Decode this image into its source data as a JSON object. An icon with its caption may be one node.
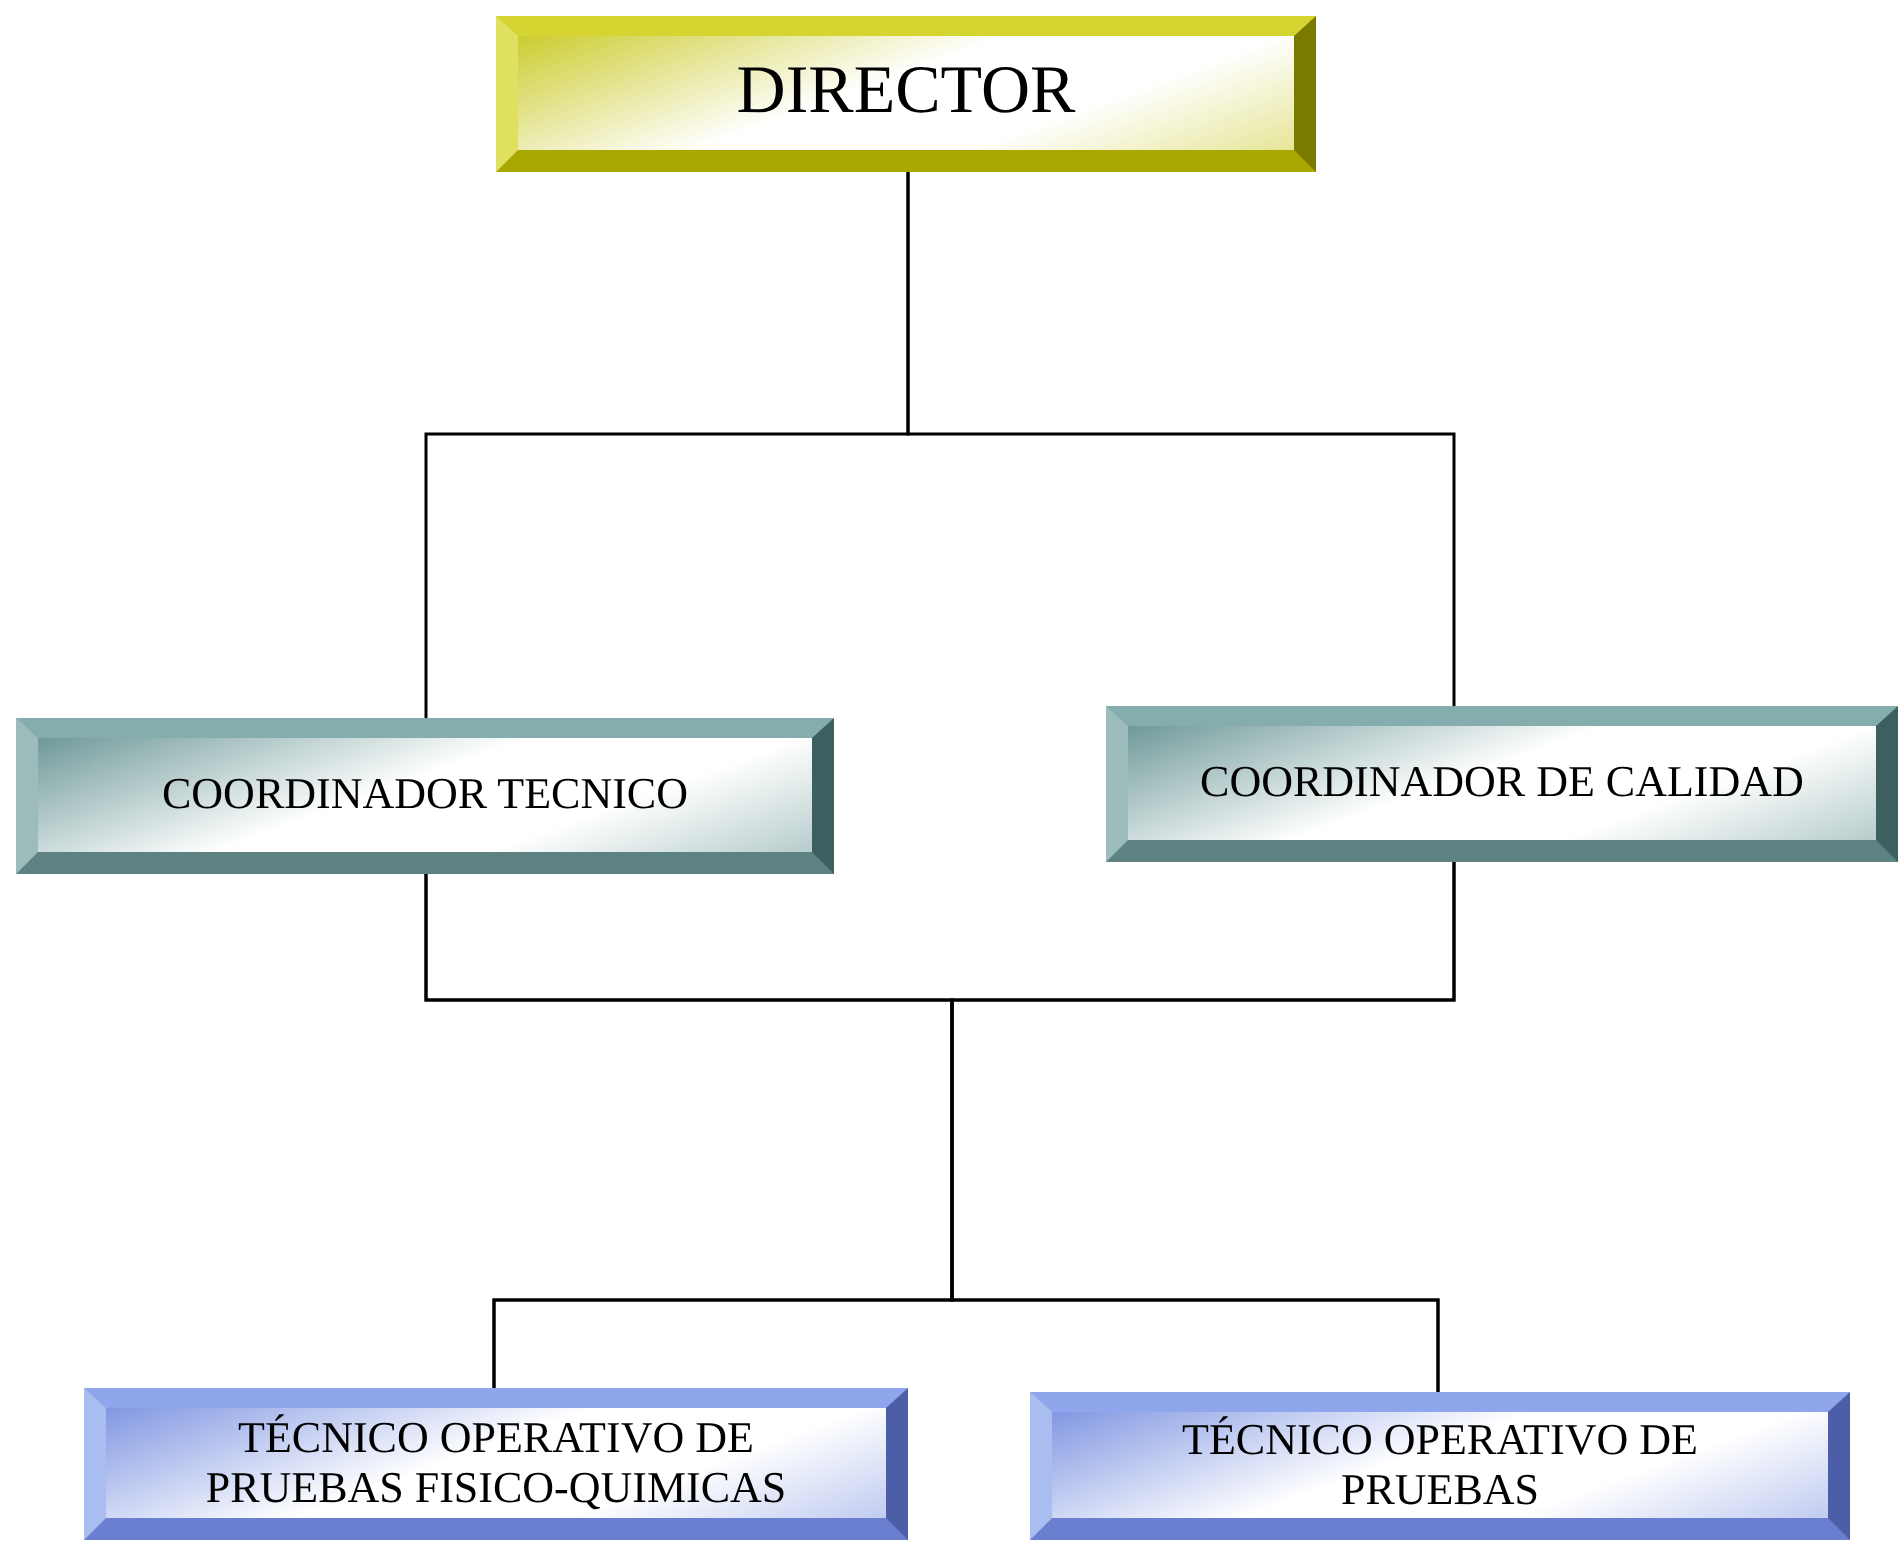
{
  "diagram": {
    "nodes": [
      {
        "text": [
          "DIRECTOR"
        ]
      },
      {
        "text": [
          "COORDINADOR TECNICO"
        ]
      },
      {
        "text": [
          "COORDINADOR DE CALIDAD"
        ]
      },
      {
        "text": [
          "TÉCNICO OPERATIVO DE PRUEBAS FISICO-QUIMICAS"
        ]
      },
      {
        "text": [
          "TÉCNICO OPERATIVO DE PRUEBAS"
        ]
      }
    ],
    "edges": [
      {
        "from": 0,
        "to": 1,
        "arrow": "none"
      },
      {
        "from": 0,
        "to": 2,
        "arrow": "none"
      },
      {
        "from": 1,
        "to": 3,
        "arrow": "none"
      },
      {
        "from": 1,
        "to": 4,
        "arrow": "none"
      },
      {
        "from": 2,
        "to": 3,
        "arrow": "none"
      },
      {
        "from": 2,
        "to": 4,
        "arrow": "none"
      }
    ]
  }
}
